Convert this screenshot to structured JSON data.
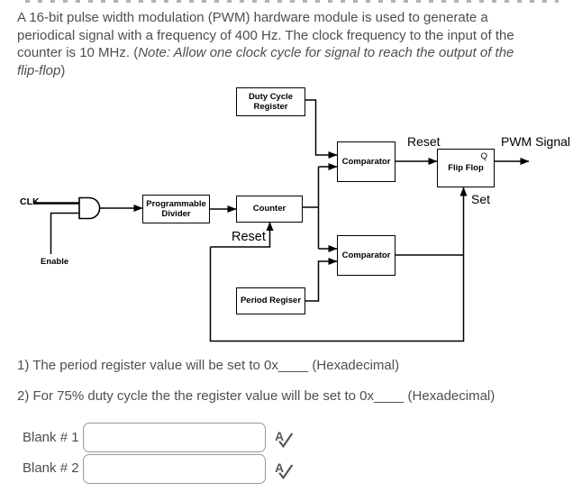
{
  "page": {
    "paragraph": {
      "regular_start": "A 16-bit pulse width modulation (PWM) hardware module is used to generate a\nperiodical signal with a frequency of 400 Hz. The clock frequency to the input of the\ncounter is 10 MHz. (",
      "note_italic": "Note: Allow one clock cycle for signal to reach the output of the\nflip-flop",
      "regular_end": ")"
    },
    "questions": [
      {
        "text": "1) The period register value will be set to 0x____ (Hexadecimal)"
      },
      {
        "text": "2) For 75% duty cycle the the register value will be set to 0x____ (Hexadecimal)"
      }
    ],
    "blanks": [
      {
        "label": "Blank # 1",
        "value": ""
      },
      {
        "label": "Blank # 2",
        "value": ""
      }
    ]
  },
  "diagram": {
    "boxes": {
      "duty_cycle_register": "Duty Cycle Register",
      "comparator_top": "Comparator",
      "flip_flop": "Flip Flop",
      "flip_flop_q": "Q",
      "programmable_divider": "Programmable Divider",
      "counter": "Counter",
      "comparator_bottom": "Comparator",
      "period_register": "Period Regiser"
    },
    "labels": {
      "clk": "CLK",
      "enable": "Enable",
      "reset_top": "Reset",
      "reset_counter": "Reset",
      "set": "Set",
      "pwm_signal": "PWM Signal"
    }
  },
  "icons": {
    "spellcheck_glyph": "A"
  },
  "colors": {
    "body_text": "#4c4f52",
    "diagram": "#000000",
    "input_border": "#999999",
    "icon": "#54585a"
  }
}
